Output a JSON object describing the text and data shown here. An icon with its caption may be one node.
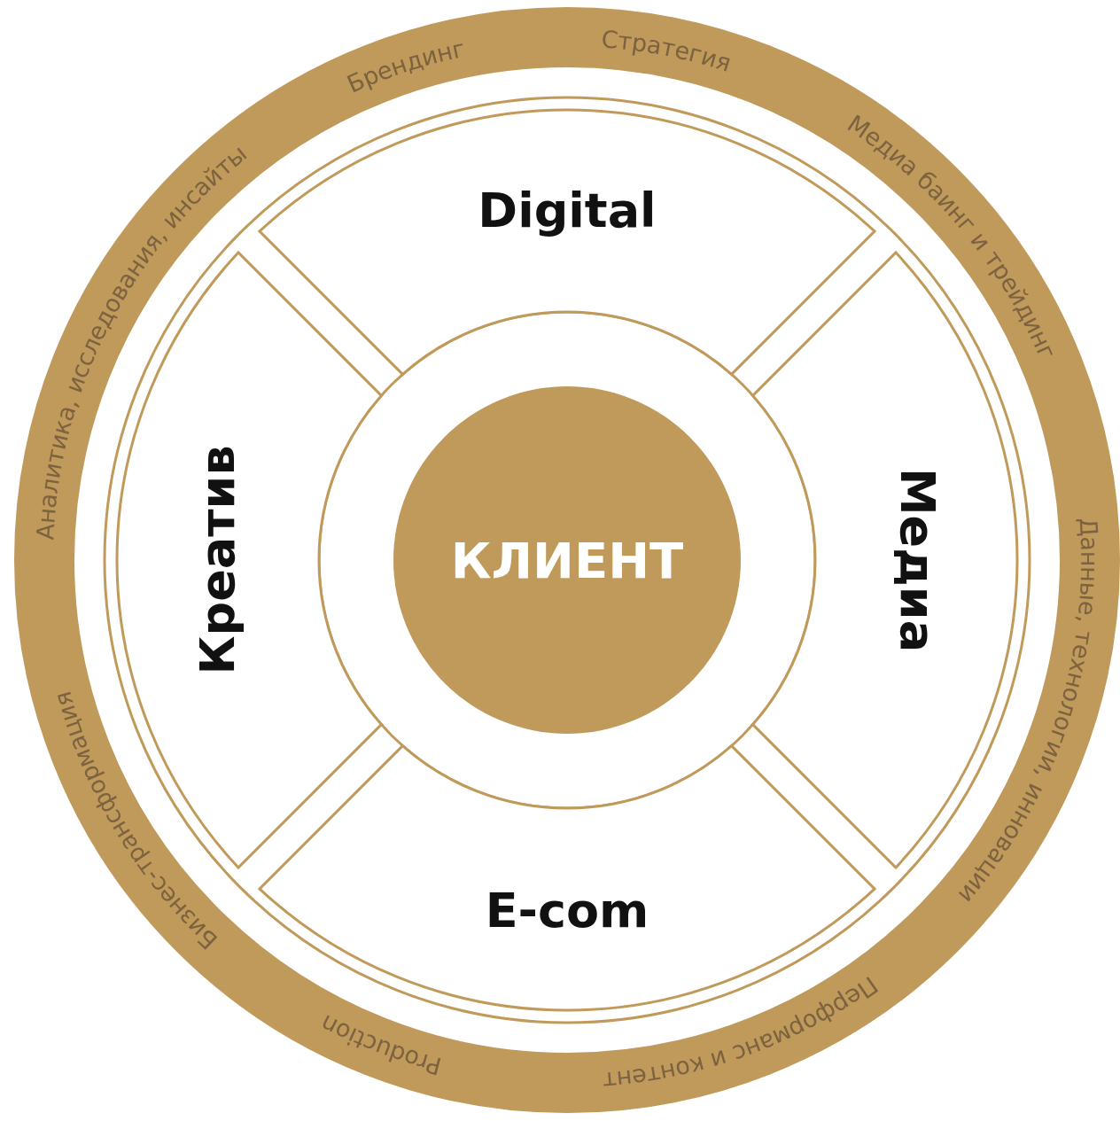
{
  "diagram": {
    "nodes": [
      {
        "text": [
          "Брендинг",
          "Стратегия",
          "Медиа баинг и трейдинг",
          "Данные, технологии, инновации",
          "Перформанс и контент",
          "Production",
          "Бизнес-трансформация",
          "Аналитика, исследования, инсайты"
        ]
      },
      {
        "text": [
          "Digital"
        ],
        "in": 0
      },
      {
        "text": [
          "Креатив"
        ],
        "in": 0
      },
      {
        "text": [
          "КЛИЕНТ"
        ],
        "in": 0
      },
      {
        "text": [
          "Медиа"
        ],
        "in": 0
      },
      {
        "text": [
          "E-com"
        ],
        "in": 0
      }
    ]
  }
}
